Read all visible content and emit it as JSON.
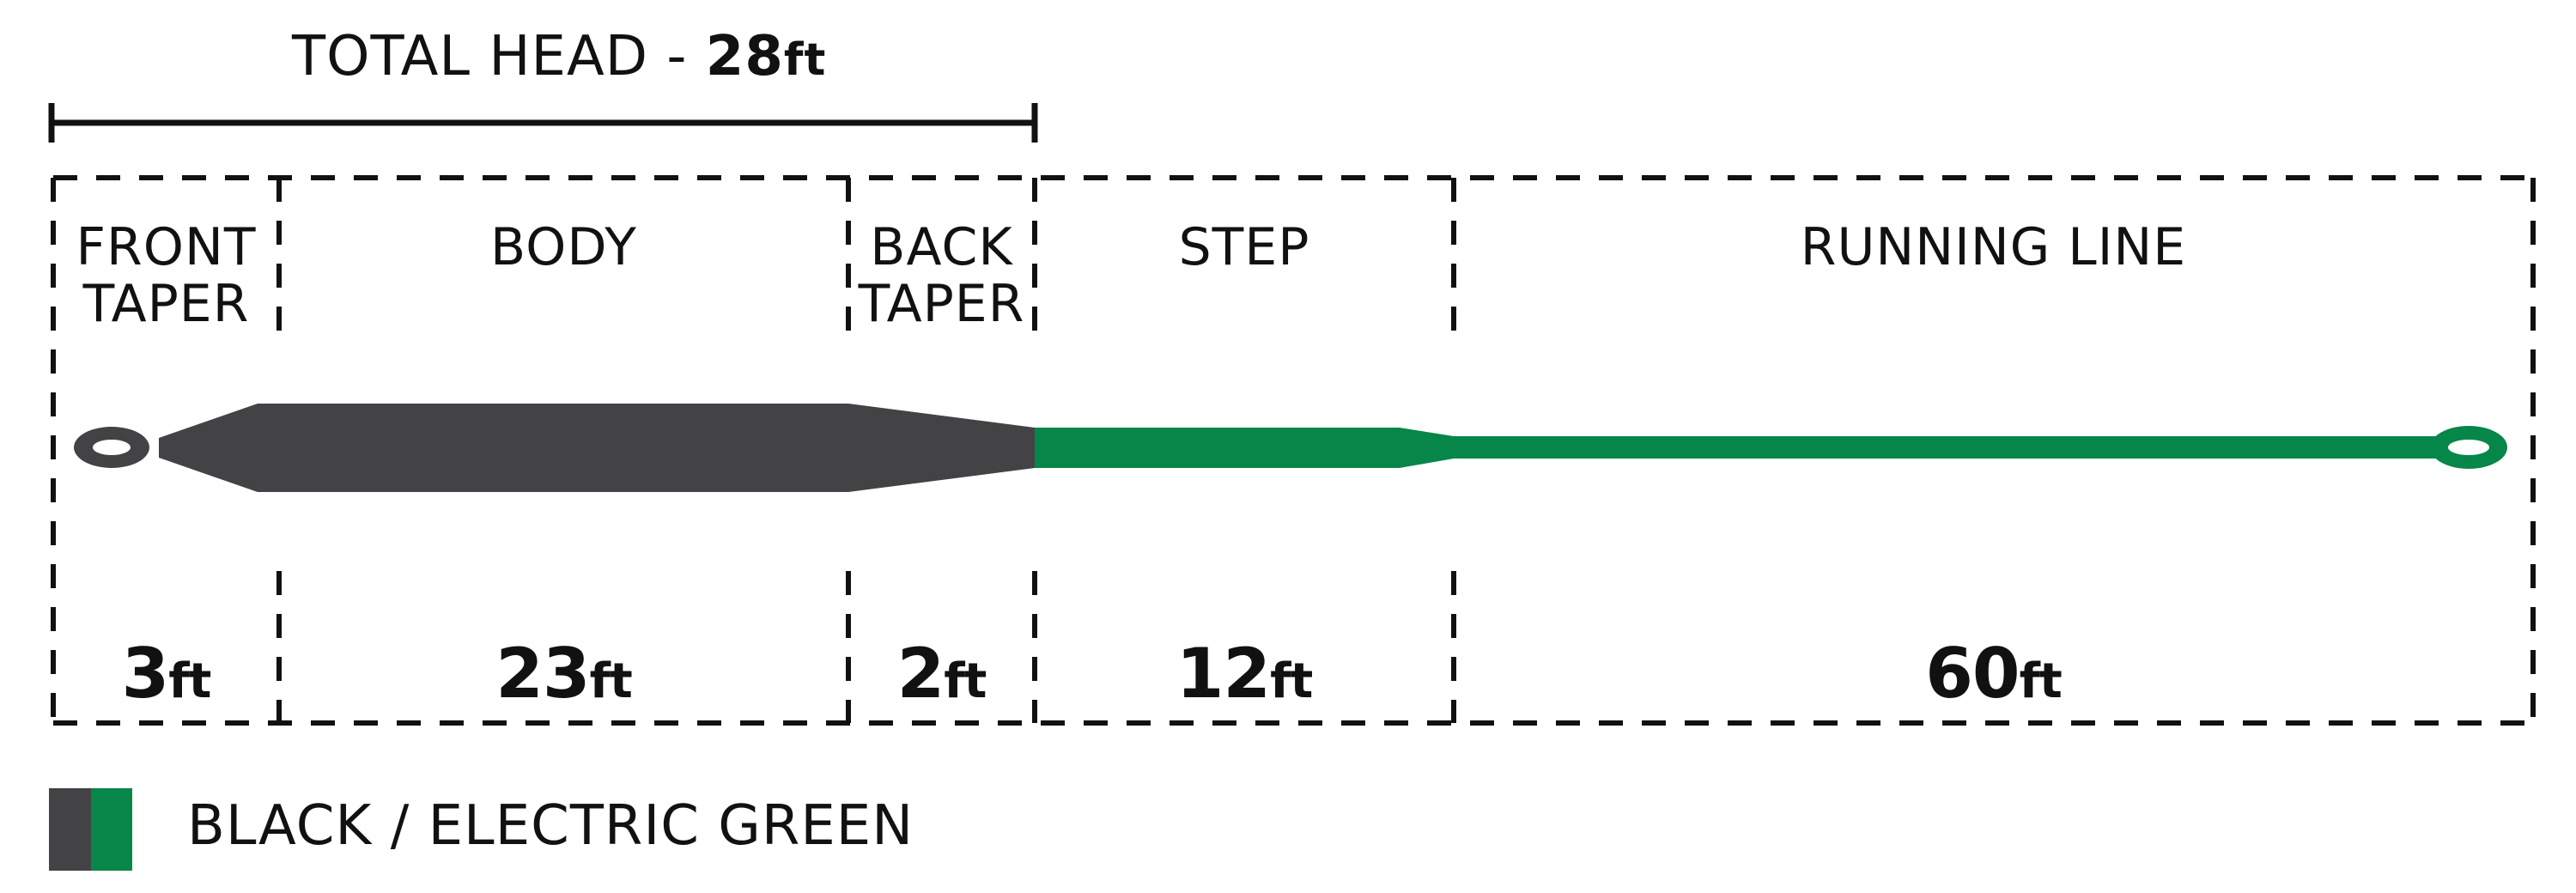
{
  "total_head": {
    "label": "TOTAL HEAD - ",
    "value": "28",
    "unit": "ft"
  },
  "sections": [
    {
      "id": "front-taper",
      "label_lines": [
        "FRONT",
        "TAPER"
      ],
      "length": "3",
      "unit": "ft"
    },
    {
      "id": "body",
      "label_lines": [
        "BODY"
      ],
      "length": "23",
      "unit": "ft"
    },
    {
      "id": "back-taper",
      "label_lines": [
        "BACK",
        "TAPER"
      ],
      "length": "2",
      "unit": "ft"
    },
    {
      "id": "step",
      "label_lines": [
        "STEP"
      ],
      "length": "12",
      "unit": "ft"
    },
    {
      "id": "running-line",
      "label_lines": [
        "RUNNING LINE"
      ],
      "length": "60",
      "unit": "ft"
    }
  ],
  "legend": {
    "label": "BLACK / ELECTRIC GREEN"
  },
  "colors": {
    "black_line": "#434345",
    "green_line": "#07864a",
    "dash": "#111111"
  }
}
